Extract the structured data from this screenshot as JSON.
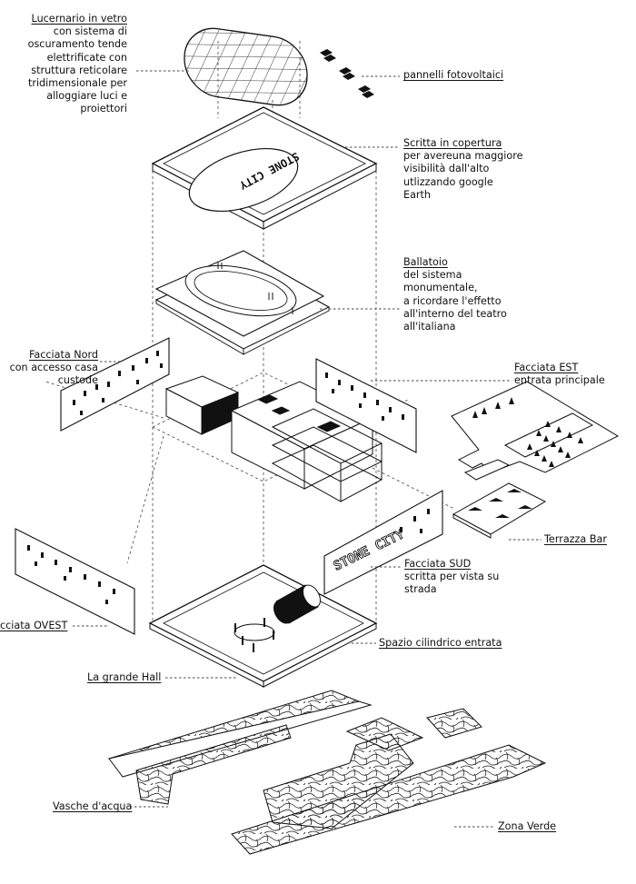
{
  "labels": {
    "lucernario": {
      "title": "Lucernario in vetro",
      "lines": [
        "con sistema di",
        "oscuramento tende",
        "elettrificate con",
        "struttura reticolare",
        "tridimensionale per",
        "alloggiare luci e",
        "proiettori"
      ]
    },
    "pannelli": {
      "title": "pannelli fotovoltaici"
    },
    "scritta": {
      "title": "Scritta in copertura",
      "lines": [
        "per avereuna maggiore",
        "visibilità dall'alto",
        "utlizzando google",
        "Earth"
      ]
    },
    "ballatoio": {
      "title": "Ballatoio",
      "lines": [
        "del sistema",
        "monumentale,",
        "a ricordare l'effetto",
        "all'interno del teatro",
        "all'italiana"
      ]
    },
    "nord": {
      "title": "Facciata Nord",
      "lines": [
        "con accesso casa",
        "custode"
      ]
    },
    "est": {
      "title": "Facciata EST",
      "lines": [
        "entrata principale"
      ]
    },
    "terrazza": {
      "title": "Terrazza Bar"
    },
    "sud": {
      "title": "Facciata SUD",
      "lines": [
        "scritta per vista su",
        "strada"
      ]
    },
    "ovest": {
      "title": "cciata OVEST"
    },
    "cilindrico": {
      "title": "Spazio cilindrico entrata"
    },
    "hall": {
      "title": "La grande Hall"
    },
    "vasche": {
      "title": "Vasche d'acqua"
    },
    "verde": {
      "title": "Zona Verde"
    }
  },
  "signs": {
    "roof_text": "STONE CITY",
    "facade_text": "STONE CITY"
  }
}
